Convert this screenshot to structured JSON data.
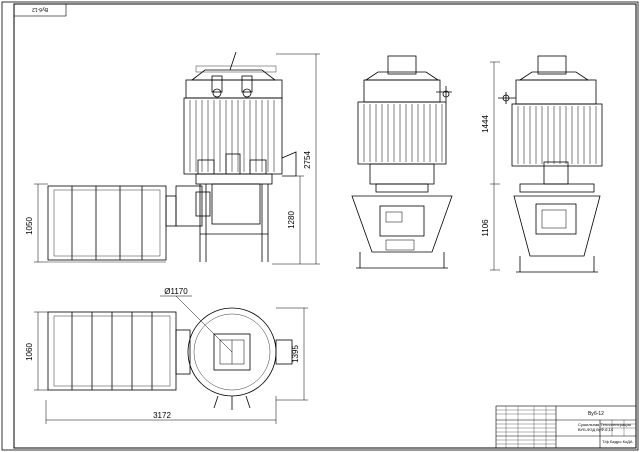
{
  "sheet": {
    "corner_label": "Вуб-12"
  },
  "dimensions": {
    "front_overall_height": "2754",
    "front_frame_height": "1280",
    "side_left_height": "1050",
    "plan_diameter": "Ø1170",
    "plan_left_height": "1060",
    "plan_width": "1395",
    "plan_overall_length": "3172",
    "right_view_upper_height": "1444",
    "right_view_lower_height": "1106"
  },
  "title_block": {
    "code": "Вуб-12",
    "name_line1": "Сушильная Теплогенерация",
    "name_line2": "ВУБ-ФЗД ВуФ-6,14",
    "footer": "Т/ф Бедро КоДА"
  },
  "colors": {
    "line": "#000000",
    "background": "#ffffff"
  }
}
